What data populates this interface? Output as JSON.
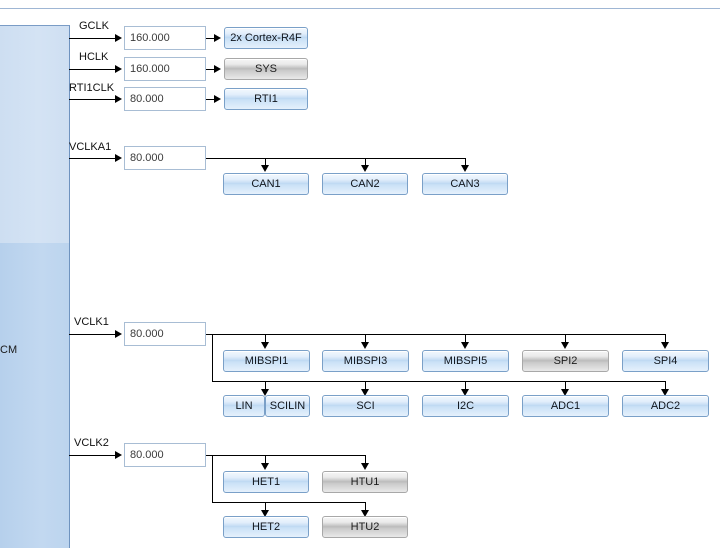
{
  "panel": {
    "source_label": "CM"
  },
  "clocks": [
    {
      "name": "GCLK",
      "frequency": "160.000",
      "targets": [
        {
          "label": "2x Cortex-R4F",
          "enabled": true
        }
      ]
    },
    {
      "name": "HCLK",
      "frequency": "160.000",
      "targets": [
        {
          "label": "SYS",
          "enabled": false
        }
      ]
    },
    {
      "name": "RTI1CLK",
      "frequency": "80.000",
      "targets": [
        {
          "label": "RTI1",
          "enabled": true
        }
      ]
    },
    {
      "name": "VCLKA1",
      "frequency": "80.000",
      "targets": [
        {
          "label": "CAN1",
          "enabled": true
        },
        {
          "label": "CAN2",
          "enabled": true
        },
        {
          "label": "CAN3",
          "enabled": true
        }
      ]
    },
    {
      "name": "VCLK1",
      "frequency": "80.000",
      "targets": [
        {
          "label": "MIBSPI1",
          "enabled": true
        },
        {
          "label": "MIBSPI3",
          "enabled": true
        },
        {
          "label": "MIBSPI5",
          "enabled": true
        },
        {
          "label": "SPI2",
          "enabled": false
        },
        {
          "label": "SPI4",
          "enabled": true
        },
        {
          "label": "LIN",
          "enabled": true
        },
        {
          "label": "SCILIN",
          "enabled": true
        },
        {
          "label": "SCI",
          "enabled": true
        },
        {
          "label": "I2C",
          "enabled": true
        },
        {
          "label": "ADC1",
          "enabled": true
        },
        {
          "label": "ADC2",
          "enabled": true
        }
      ]
    },
    {
      "name": "VCLK2",
      "frequency": "80.000",
      "targets": [
        {
          "label": "HET1",
          "enabled": true
        },
        {
          "label": "HTU1",
          "enabled": false
        },
        {
          "label": "HET2",
          "enabled": true
        },
        {
          "label": "HTU2",
          "enabled": false
        }
      ]
    }
  ],
  "colors": {
    "enabled_block": "#bcd8f2",
    "disabled_block": "#b9b9b9",
    "panel_upper": "#d4e3f4",
    "panel_lower": "#c2d8f0",
    "rule": "#9fb6d4",
    "field_border": "#a8bdd4"
  }
}
